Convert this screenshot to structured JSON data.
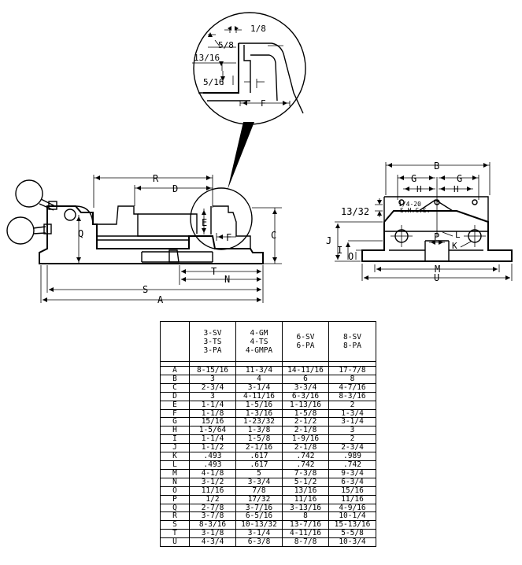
{
  "detail_callouts": {
    "d1_8": "1/8",
    "d5_8": "5/8",
    "d13_16": "13/16",
    "d5_16": "5/16",
    "f": "F"
  },
  "side_view_labels": {
    "r": "R",
    "d": "D",
    "q": "Q",
    "e": "E",
    "f": "F",
    "c": "C",
    "t": "T",
    "n": "N",
    "s": "S",
    "a": "A"
  },
  "end_view_labels": {
    "b": "B",
    "g_left": "G",
    "g_right": "G",
    "h_left": "H",
    "h_right": "H",
    "d13_32": "13/32",
    "screw_line1": "1/4-20",
    "screw_line2": "S.H.C.S.",
    "j": "J",
    "i": "I",
    "o": "O",
    "p": "P",
    "l": "L",
    "k": "K",
    "m": "M",
    "u": "U"
  },
  "table": {
    "headers": [
      "",
      [
        "3-SV",
        "3-TS",
        "3-PA"
      ],
      [
        "4-GM",
        "4-TS",
        "4-GMPA"
      ],
      [
        "6-SV",
        "6-PA"
      ],
      [
        "8-SV",
        "8-PA"
      ]
    ],
    "rows": [
      [
        "A",
        "8-15/16",
        "11-3/4",
        "14-11/16",
        "17-7/8"
      ],
      [
        "B",
        "3",
        "4",
        "6",
        "8"
      ],
      [
        "C",
        "2-3/4",
        "3-1/4",
        "3-3/4",
        "4-7/16"
      ],
      [
        "D",
        "3",
        "4-11/16",
        "6-3/16",
        "8-3/16"
      ],
      [
        "E",
        "1-1/4",
        "1-5/16",
        "1-13/16",
        "2"
      ],
      [
        "F",
        "1-1/8",
        "1-3/16",
        "1-5/8",
        "1-3/4"
      ],
      [
        "G",
        "15/16",
        "1-23/32",
        "2-1/2",
        "3-1/4"
      ],
      [
        "H",
        "1-5/64",
        "1-3/8",
        "2-1/8",
        "3"
      ],
      [
        "I",
        "1-1/4",
        "1-5/8",
        "1-9/16",
        "2"
      ],
      [
        "J",
        "1-1/2",
        "2-1/16",
        "2-1/8",
        "2-3/4"
      ],
      [
        "K",
        ".493",
        ".617",
        ".742",
        ".989"
      ],
      [
        "L",
        ".493",
        ".617",
        ".742",
        ".742"
      ],
      [
        "M",
        "4-1/8",
        "5",
        "7-3/8",
        "9-3/4"
      ],
      [
        "N",
        "3-1/2",
        "3-3/4",
        "5-1/2",
        "6-3/4"
      ],
      [
        "O",
        "11/16",
        "7/8",
        "13/16",
        "15/16"
      ],
      [
        "P",
        "1/2",
        "17/32",
        "11/16",
        "11/16"
      ],
      [
        "Q",
        "2-7/8",
        "3-7/16",
        "3-13/16",
        "4-9/16"
      ],
      [
        "R",
        "3-7/8",
        "6-5/16",
        "8",
        "10-1/4"
      ],
      [
        "S",
        "8-3/16",
        "10-13/32",
        "13-7/16",
        "15-13/16"
      ],
      [
        "T",
        "3-1/8",
        "3-1/4",
        "4-11/16",
        "5-5/8"
      ],
      [
        "U",
        "4-3/4",
        "6-3/8",
        "8-7/8",
        "10-3/4"
      ]
    ]
  }
}
